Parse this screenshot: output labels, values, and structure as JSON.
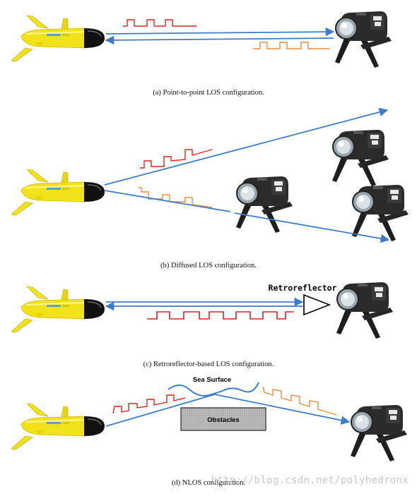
{
  "captions": {
    "a": "(a)  Point-to-point LOS configuration.",
    "b": "(b)  Diffused LOS configuration.",
    "c": "(c)  Retroreflector-based LOS configuration.",
    "d": "(d)  NLOS configuration."
  },
  "labels": {
    "retroreflector": "Retroreflector",
    "sea_surface": "Sea Surface",
    "obstacles": "Obstacles"
  },
  "watermark": "http://blog.csdn.net/polyhedronx",
  "colors": {
    "arrow": "#3d7cc9",
    "signal_red": "#e0211d",
    "signal_orange": "#f08a3c",
    "glider_body": "#f2e21a",
    "glider_nose": "#111111",
    "rov_body": "#2b2b2b",
    "obstacle_fill": "#b9b9b9"
  },
  "icons": [
    "glider-auv-icon",
    "rov-robot-icon",
    "retroreflector-triangle-icon",
    "sea-surface-wave-icon"
  ]
}
